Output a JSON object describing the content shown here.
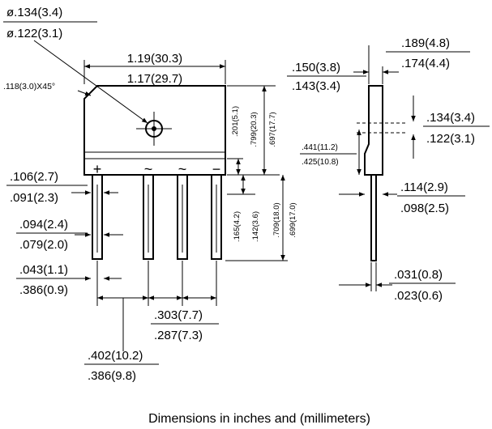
{
  "hole": {
    "top": "ø.134(3.4)",
    "bottom": "ø.122(3.1)"
  },
  "chamfer": ".118(3.0)X45°",
  "body_width": {
    "top": "1.19(30.3)",
    "bottom": "1.17(29.7)"
  },
  "front_height_upper": ".201(5.1)",
  "front_height_total": {
    "a": ".799(20.3)",
    "b": ".697(17.7)"
  },
  "lead_length_short": {
    "a": ".165(4.2)",
    "b": ".142(3.6)"
  },
  "lead_length_long": {
    "a": ".709(18.0)",
    "b": ".699(17.0)"
  },
  "lead_width_plus": {
    "top": ".106(2.7)",
    "bottom": ".091(2.3)"
  },
  "lead_width": {
    "top": ".094(2.4)",
    "bottom": ".079(2.0)"
  },
  "lead_thickness_front": {
    "top": ".043(1.1)",
    "bottom": ".386(0.9)"
  },
  "pitch": {
    "top": ".303(7.7)",
    "bottom": ".287(7.3)"
  },
  "pitch_plus": {
    "top": ".402(10.2)",
    "bottom": ".386(9.8)"
  },
  "side_top_width": {
    "top": ".189(4.8)",
    "bottom": ".174(4.4)"
  },
  "side_offset": {
    "top": ".150(3.8)",
    "bottom": ".143(3.4)"
  },
  "side_hole": {
    "top": ".134(3.4)",
    "bottom": ".122(3.1)"
  },
  "side_step": {
    "top": ".441(11.2)",
    "bottom": ".425(10.8)"
  },
  "side_base": {
    "top": ".114(2.9)",
    "bottom": ".098(2.5)"
  },
  "side_lead": {
    "top": ".031(0.8)",
    "bottom": ".023(0.6)"
  },
  "pin_symbols": [
    "+",
    "~",
    "~",
    "−"
  ],
  "caption": "Dimensions in inches and (millimeters)"
}
